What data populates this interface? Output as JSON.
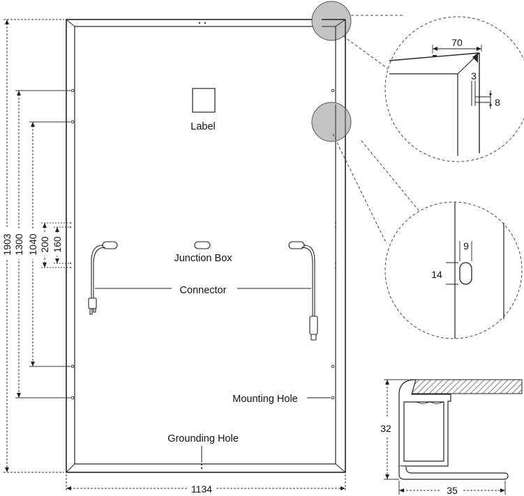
{
  "labels": {
    "label": "Label",
    "junction_box": "Junction Box",
    "connector": "Connector",
    "mounting_hole": "Mounting Hole",
    "grounding_hole": "Grounding Hole"
  },
  "dimensions": {
    "d1903": "1903",
    "d1300": "1300",
    "d1040": "1040",
    "d200": "200",
    "d160": "160",
    "d1134": "1134",
    "d70": "70",
    "d3": "3",
    "d8": "8",
    "d9": "9",
    "d14": "14",
    "d32": "32",
    "d35": "35"
  },
  "colors": {
    "line": "#222222",
    "callout_fill": "#c4c4c4"
  }
}
